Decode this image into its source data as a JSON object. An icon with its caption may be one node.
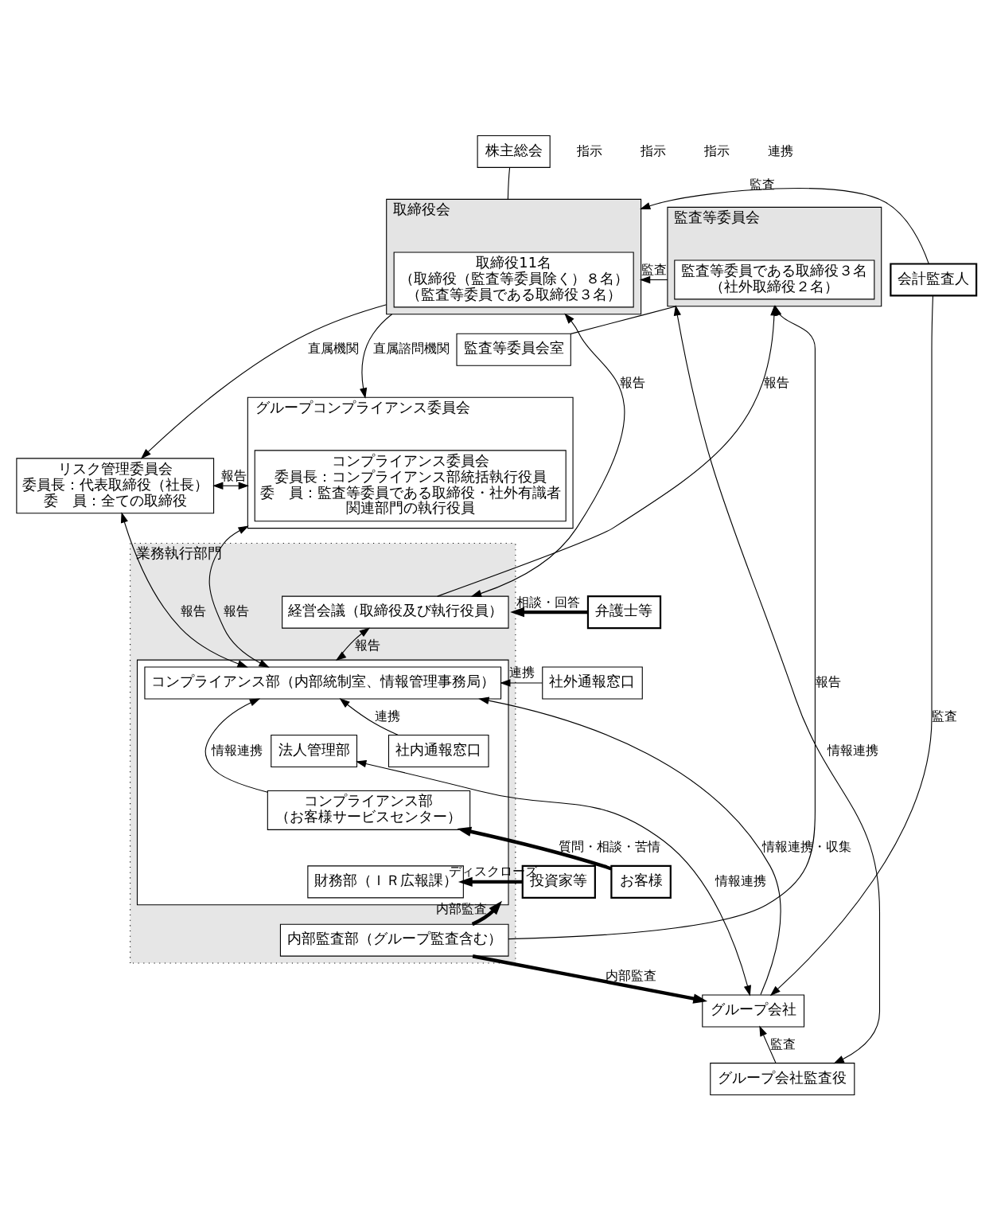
{
  "diagram": {
    "nodes": [
      {
        "text": [
          "株主総会"
        ]
      },
      {
        "text": [
          "監査等委員会"
        ]
      },
      {
        "text": [
          "監査等委員である取締役３名",
          "（社外取締役２名）"
        ],
        "in": 1
      },
      {
        "text": [
          "監査等委員会室"
        ]
      },
      {
        "text": [
          "取締役会"
        ]
      },
      {
        "text": [
          "取締役11名",
          "（取締役（監査等委員除く）８名）",
          "（監査等委員である取締役３名）"
        ],
        "in": 4
      },
      {
        "text": [
          "会計監査人"
        ]
      },
      {
        "text": [
          "グループコンプライアンス委員会"
        ]
      },
      {
        "text": [
          "コンプライアンス委員会",
          "委員長：コンプライアンス部統括執行役員",
          "委　員：監査等委員である取締役・社外有識者",
          "関連部門の執行役員"
        ],
        "in": 7
      },
      {
        "text": [
          "リスク管理委員会",
          "委員長：代表取締役（社長）",
          "委　員：全ての取締役"
        ]
      },
      {
        "text": [
          "業務執行部門"
        ]
      },
      {
        "text": [
          "経営会議（取締役及び執行役員）"
        ],
        "in": 10
      },
      {
        "text": [],
        "shape": "box",
        "in": 10
      },
      {
        "text": [
          "コンプライアンス部（内部統制室、情報管理事務局）"
        ],
        "in": 12
      },
      {
        "text": [
          "法人管理部"
        ],
        "in": 12
      },
      {
        "text": [
          "社内通報窓口"
        ],
        "in": 12
      },
      {
        "text": [
          "コンプライアンス部",
          "（お客様サービスセンター）"
        ],
        "in": 12
      },
      {
        "text": [
          "財務部（ＩＲ広報課）"
        ],
        "in": 12
      },
      {
        "text": [
          "内部監査部（グループ監査含む）"
        ],
        "in": 10
      },
      {
        "text": [
          "社外通報窓口"
        ]
      },
      {
        "text": [
          "弁護士等"
        ]
      },
      {
        "text": [
          "お客様"
        ]
      },
      {
        "text": [
          "投資家等"
        ]
      },
      {
        "text": [
          "グループ会社"
        ]
      },
      {
        "text": [
          "グループ会社監査役"
        ]
      }
    ],
    "edges": [
      {
        "from": 0,
        "to": 4,
        "arrow": "none"
      },
      {
        "from": 1,
        "to": 4,
        "arrow": "to",
        "label": "監査"
      },
      {
        "from": 1,
        "to": 3,
        "arrow": "none"
      },
      {
        "from": 6,
        "to": 4,
        "arrow": "to",
        "label": "監査"
      },
      {
        "from": 4,
        "to": 7,
        "arrow": "to",
        "label": "直属諮問機関"
      },
      {
        "from": 4,
        "to": 9,
        "arrow": "to",
        "label": "直属機関"
      },
      {
        "from": 11,
        "to": 4,
        "arrow": "both",
        "label": "報告"
      },
      {
        "from": 11,
        "to": 1,
        "arrow": "to",
        "label": "報告"
      },
      {
        "from": 7,
        "to": 9,
        "arrow": "both",
        "label": "報告"
      },
      {
        "from": 13,
        "to": 7,
        "arrow": "both",
        "label": "報告"
      },
      {
        "from": 13,
        "to": 9,
        "arrow": "both",
        "label": "報告"
      },
      {
        "from": 11,
        "to": 12,
        "arrow": "both",
        "label": "報告"
      },
      {
        "from": 19,
        "to": 13,
        "arrow": "to",
        "label": "連携"
      },
      {
        "from": 15,
        "to": 13,
        "arrow": "to",
        "label": "連携"
      },
      {
        "from": 14,
        "to": 23,
        "arrow": "both",
        "label": "情報連携"
      },
      {
        "from": 23,
        "to": 13,
        "arrow": "to",
        "label": "情報連携・収集"
      },
      {
        "from": 16,
        "to": 13,
        "arrow": "to",
        "label": "情報連携"
      },
      {
        "from": 6,
        "to": 23,
        "arrow": "to",
        "label": "監査"
      },
      {
        "from": 24,
        "to": 23,
        "arrow": "to",
        "label": "監査"
      },
      {
        "from": 18,
        "to": 12,
        "arrow": "to",
        "label": "内部監査",
        "style": "thick"
      },
      {
        "from": 18,
        "to": 23,
        "arrow": "to",
        "label": "内部監査",
        "style": "thick"
      },
      {
        "from": 20,
        "to": 10,
        "arrow": "to",
        "label": "相談・回答",
        "style": "thick"
      },
      {
        "from": 21,
        "to": 16,
        "arrow": "to",
        "label": "質問・相談・苦情",
        "style": "thick"
      },
      {
        "from": 22,
        "to": 17,
        "arrow": "to",
        "label": "ディスクローズ",
        "style": "thick"
      },
      {
        "from": 18,
        "to": 1,
        "arrow": "to",
        "label": "報告"
      },
      {
        "from": 1,
        "to": 24,
        "arrow": "both",
        "label": "情報連携"
      }
    ],
    "labels": [
      "指示",
      "指示",
      "指示",
      "連携"
    ]
  }
}
